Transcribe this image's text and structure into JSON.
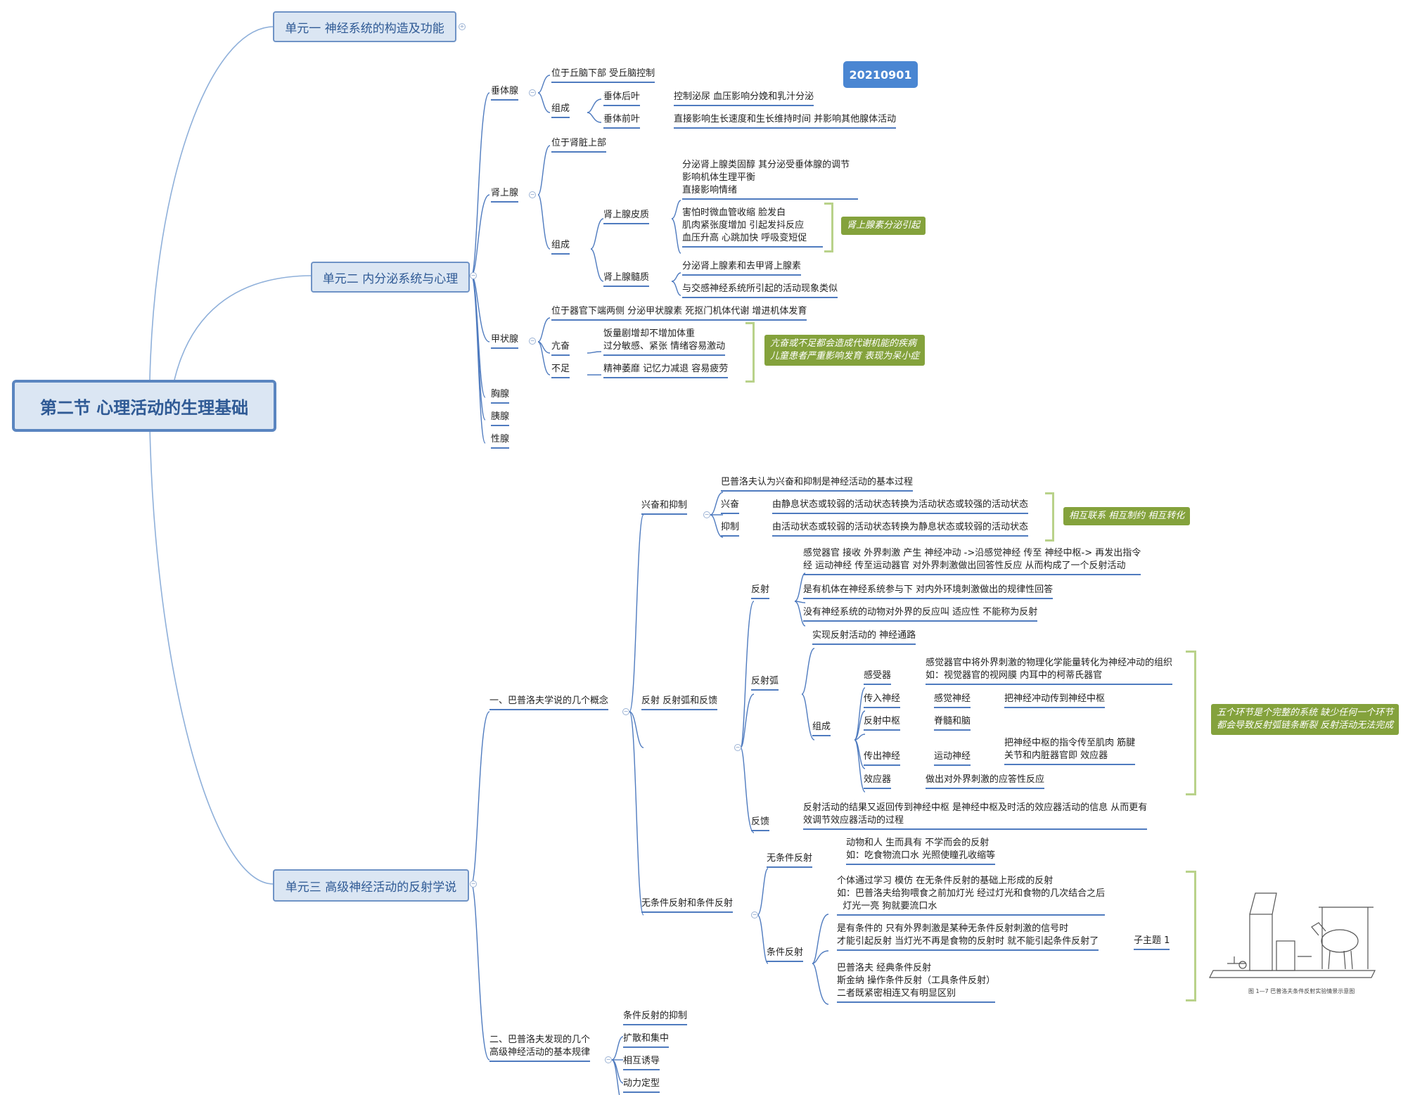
{
  "root": "第二节 心理活动的生理基础",
  "badge": "20210901",
  "unit1": "单元一 神经系统的构造及功能",
  "unit2": "单元二 内分泌系统与心理",
  "unit3": "单元三 高级神经活动的反射学说",
  "u2": {
    "pituitary": "垂体腺",
    "pit_loc": "位于丘脑下部 受丘脑控制",
    "pit_comp": "组成",
    "pit_post": "垂体后叶",
    "pit_post_d": "控制泌尿 血压影响分娩和乳汁分泌",
    "pit_ant": "垂体前叶",
    "pit_ant_d": "直接影响生长速度和生长维持时间 并影响其他腺体活动",
    "adrenal": "肾上腺",
    "adr_loc": "位于肾脏上部",
    "adr_comp": "组成",
    "cortex": "肾上腺皮质",
    "cortex_d1": "分泌肾上腺类固醇 其分泌受垂体腺的调节\n影响机体生理平衡\n直接影响情绪",
    "cortex_d2": "害怕时微血管收缩 脸发白\n肌肉紧张度增加 引起发抖反应\n血压升高 心跳加快 呼吸变短促",
    "cortex_note": "肾上腺素分泌引起",
    "medulla": "肾上腺髓质",
    "medulla_d1": "分泌肾上腺素和去甲肾上腺素",
    "medulla_d2": "与交感神经系统所引起的活动现象类似",
    "thyroid": "甲状腺",
    "thy_loc": "位于器官下端两侧 分泌甲状腺素 死抠门机体代谢 增进机体发育",
    "thy_hyper": "亢奋",
    "thy_hyper_d": "饭量剧增却不增加体重\n过分敏感、紧张 情绪容易激动",
    "thy_hypo": "不足",
    "thy_hypo_d": "精神萎靡 记忆力减退 容易疲劳",
    "thy_note": "亢奋或不足都会造成代谢机能的疾病\n儿童患者严重影响发育 表现为呆小症",
    "thymus": "胸腺",
    "pancreas": "胰腺",
    "gonad": "性腺"
  },
  "u3": {
    "sec1": "一、巴普洛夫学说的几个概念",
    "ex_inh": "兴奋和抑制",
    "ex_def": "巴普洛夫认为兴奋和抑制是神经活动的基本过程",
    "ex": "兴奋",
    "ex_d": "由静息状态或较弱的活动状态转换为活动状态或较强的活动状态",
    "inh": "抑制",
    "inh_d": "由活动状态或较弱的活动状态转换为静息状态或较弱的活动状态",
    "ex_note": "相互联系 相互制约 相互转化",
    "rfb": "反射 反射弧和反馈",
    "reflex": "反射",
    "reflex_d1": "感觉器官 接收 外界刺激 产生 神经冲动 ->沿感觉神经 传至 神经中枢-> 再发出指令\n经 运动神经 传至运动器官 对外界刺激做出回答性反应 从而构成了一个反射活动",
    "reflex_d2": "是有机体在神经系统参与下 对内外环境刺激做出的规律性回答",
    "reflex_d3": "没有神经系统的动物对外界的反应叫 适应性 不能称为反射",
    "arc": "反射弧",
    "arc_d": "实现反射活动的 神经通路",
    "arc_comp": "组成",
    "receptor": "感受器",
    "receptor_d": "感觉器官中将外界刺激的物理化学能量转化为神经冲动的组织\n如：视觉器官的视网膜 内耳中的柯蒂氏器官",
    "afferent": "传入神经",
    "sensory": "感觉神经",
    "sensory_d": "把神经冲动传到神经中枢",
    "center": "反射中枢",
    "center_d": "脊髓和脑",
    "efferent": "传出神经",
    "motor": "运动神经",
    "motor_d": "把神经中枢的指令传至肌肉 筋腱\n关节和内脏器官即 效应器",
    "effector": "效应器",
    "effector_d": "做出对外界刺激的应答性反应",
    "arc_note": "五个环节是个完整的系统 缺少任何一个环节\n都会导致反射弧链条断裂 反射活动无法完成",
    "feedback": "反馈",
    "feedback_d": "反射活动的结果又返回传到神经中枢 是神经中枢及时活的效应器活动的信息 从而更有\n效调节效应器活动的过程",
    "ucr_cr": "无条件反射和条件反射",
    "ucr": "无条件反射",
    "ucr_d": "动物和人 生而具有 不学而会的反射\n如：吃食物流口水 光照使瞳孔收缩等",
    "cr": "条件反射",
    "cr_d1": "个体通过学习 模仿 在无条件反射的基础上形成的反射\n如：巴普洛夫给狗喂食之前加灯光 经过灯光和食物的几次结合之后\n  灯光一亮 狗就要流口水",
    "cr_d2": "是有条件的 只有外界刺激是某种无条件反射刺激的信号时\n才能引起反射 当灯光不再是食物的反射时 就不能引起条件反射了",
    "cr_sub": "子主题 1",
    "cr_d3": "巴普洛夫 经典条件反射\n斯金纳 操作条件反射（工具条件反射）\n二者既紧密相连又有明显区别",
    "fig_caption": "图 1—7  巴普洛夫条件反射实验情景示意图",
    "sec2": "二、巴普洛夫发现的几个\n高级神经活动的基本规律",
    "law1": "条件反射的抑制",
    "law2": "扩散和集中",
    "law3": "相互诱导",
    "law4": "动力定型"
  },
  "colors": {
    "line": "#4f7bbf",
    "note": "#84a23c",
    "bracket": "#b9d28a",
    "badge": "#4a86d2"
  }
}
